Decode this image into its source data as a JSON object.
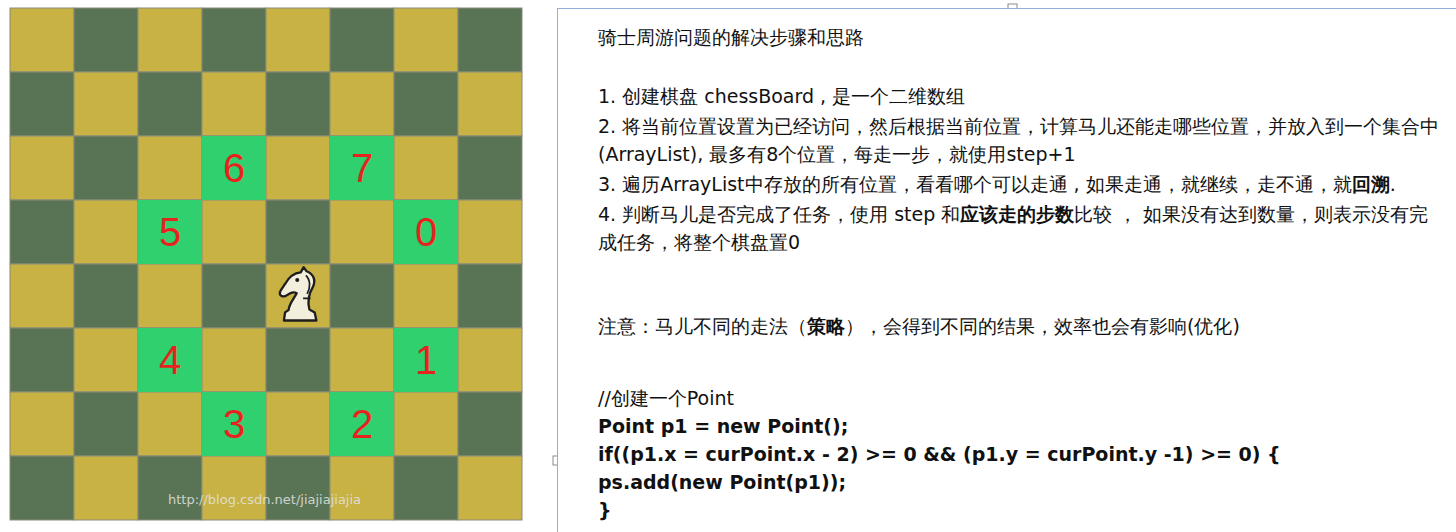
{
  "diagram": {
    "nodes": [
      {
        "text": [
          "6"
        ]
      },
      {
        "text": [
          "7"
        ]
      },
      {
        "text": [
          "5"
        ]
      },
      {
        "text": [
          "0"
        ]
      },
      {
        "text": [
          "4"
        ]
      },
      {
        "text": [
          "1"
        ]
      },
      {
        "text": [
          "3"
        ]
      },
      {
        "text": [
          "2"
        ]
      },
      {
        "text": [
          "骑士周游问题的解决步骤和思路",
          "1. 创建棋盘 chessBoard , 是一个二维数组",
          "2. 将当前位置设置为已经访问，然后根据当前位置，计算马儿还能走哪些位置，并放入到一个集合中(ArrayList), 最多有8个位置，每走一步，就使用step+1",
          "3. 遍历ArrayList中存放的所有位置，看看哪个可以走通 , 如果走通，就继续，走不通，就",
          "回溯",
          ".",
          "4. 判断马儿是否完成了任务，使用 step 和",
          "应该走的步数",
          "比较 ， 如果没有达到数量，则表示没有完成任务，将整个棋盘置0",
          "注意：马儿不同的走法（",
          "策略",
          "），会得到不同的结果，效率也会有影响(优化)",
          "//创建一个Point",
          "Point p1 = new Point();",
          "if((p1.x = curPoint.x - 2) >= 0 && (p1.y = curPoint.y -1) >= 0) {",
          "ps.add(new Point(p1));",
          "}"
        ]
      }
    ],
    "labels": [
      "http://blog.csdn.net/jiajiajiajia"
    ]
  }
}
